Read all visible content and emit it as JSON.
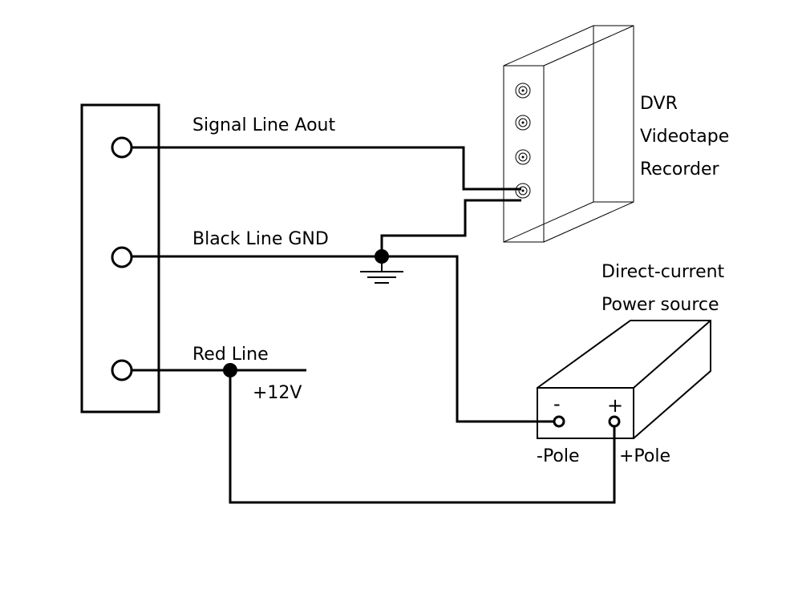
{
  "labels": {
    "signal_line": "Signal Line Aout",
    "black_line": "Black Line GND",
    "red_line": "Red Line",
    "voltage": "+12V",
    "dvr_line1": "DVR",
    "dvr_line2": "Videotape",
    "dvr_line3": "Recorder",
    "power_line1": "Direct-current",
    "power_line2": "Power source",
    "minus_sign": "-",
    "plus_sign": "+",
    "minus_pole": "-Pole",
    "plus_pole": "+Pole"
  },
  "colors": {
    "line": "#000000",
    "background": "#ffffff"
  }
}
